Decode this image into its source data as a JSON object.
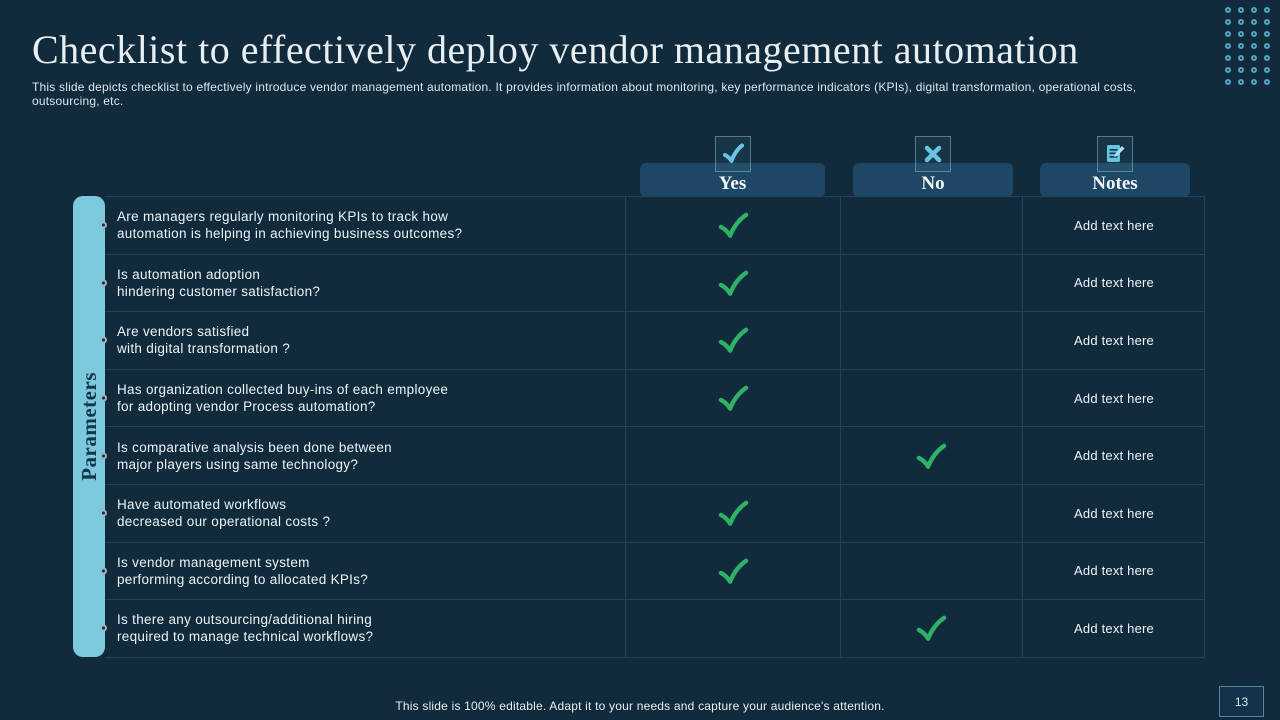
{
  "slide": {
    "title": "Checklist to effectively deploy vendor management automation",
    "subtitle": "This slide depicts checklist to effectively introduce vendor management automation. It provides information about monitoring, key performance indicators (KPIs), digital transformation, operational costs, outsourcing, etc.",
    "footer": "This slide is 100% editable. Adapt it to your needs and capture your audience's attention.",
    "page_number": "13"
  },
  "table": {
    "side_label": "Parameters",
    "columns": [
      {
        "key": "yes",
        "label": "Yes",
        "icon": "check-icon"
      },
      {
        "key": "no",
        "label": "No",
        "icon": "cross-icon"
      },
      {
        "key": "notes",
        "label": "Notes",
        "icon": "note-icon"
      }
    ],
    "rows": [
      {
        "question": "Are managers  regularly  monitoring  KPIs to track how\nautomation  is helping  in achieving  business  outcomes?",
        "answer": "yes",
        "notes": "Add text here"
      },
      {
        "question": "Is automation  adoption\nhindering  customer  satisfaction?",
        "answer": "yes",
        "notes": "Add text here"
      },
      {
        "question": "Are vendors  satisfied\nwith digital  transformation  ?",
        "answer": "yes",
        "notes": "Add text here"
      },
      {
        "question": "Has organization  collected  buy-ins  of each  employee\nfor adopting  vendor  Process  automation?",
        "answer": "yes",
        "notes": "Add text here"
      },
      {
        "question": "Is comparative  analysis  been  done  between\nmajor  players  using  same  technology?",
        "answer": "no",
        "notes": "Add text here"
      },
      {
        "question": "Have  automated  workflows\ndecreased  our  operational  costs ?",
        "answer": "yes",
        "notes": "Add text here"
      },
      {
        "question": "Is vendor  management  system\nperforming  according  to allocated  KPIs?",
        "answer": "yes",
        "notes": "Add text here"
      },
      {
        "question": "Is there  any outsourcing/additional  hiring\nrequired  to manage  technical  workflows?",
        "answer": "no",
        "notes": "Add text here"
      }
    ]
  },
  "colors": {
    "background": "#112b3d",
    "accent_cyan": "#7cc8dd",
    "header_button": "#1e4765",
    "check_green": "#2eb266",
    "icon_blue": "#66c4e2",
    "text_light": "#eef3f6"
  }
}
